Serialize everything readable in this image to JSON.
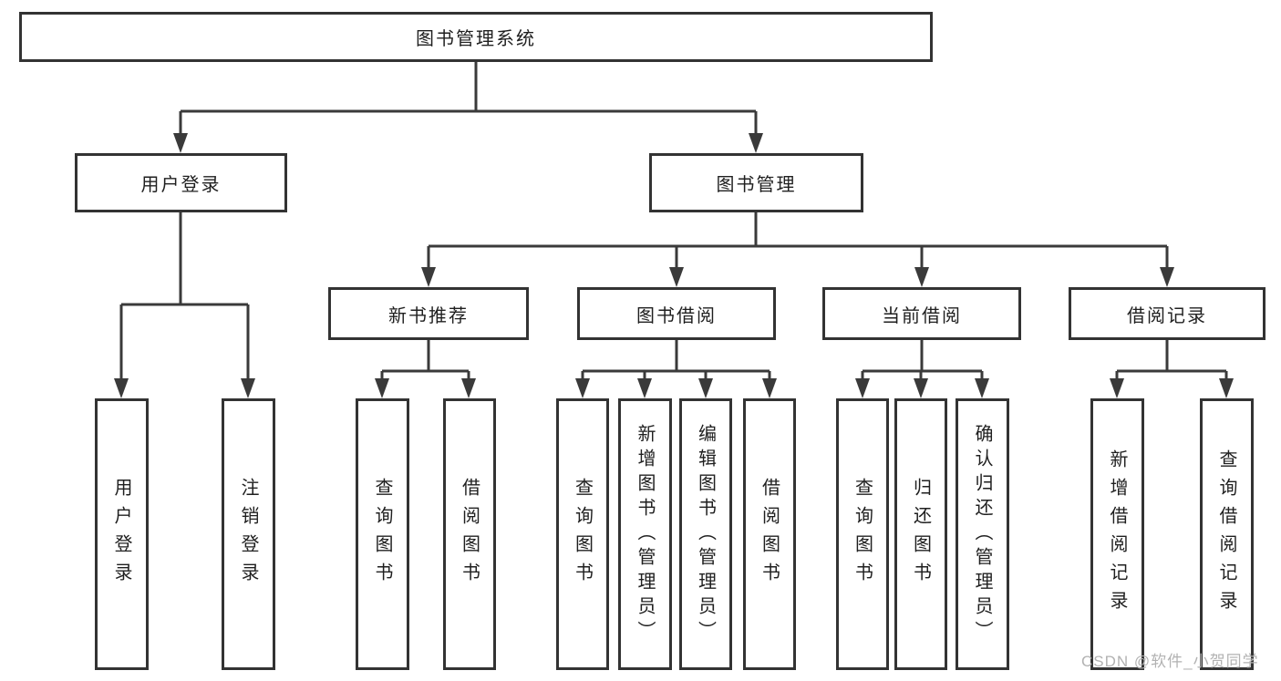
{
  "diagram": {
    "root": {
      "label": "图书管理系统"
    },
    "level2": [
      {
        "label": "用户登录"
      },
      {
        "label": "图书管理"
      }
    ],
    "level3": [
      {
        "label": "新书推荐",
        "parent": "图书管理"
      },
      {
        "label": "图书借阅",
        "parent": "图书管理"
      },
      {
        "label": "当前借阅",
        "parent": "图书管理"
      },
      {
        "label": "借阅记录",
        "parent": "图书管理"
      }
    ],
    "leaves": [
      {
        "label": "用户登录",
        "parent": "用户登录"
      },
      {
        "label": "注销登录",
        "parent": "用户登录"
      },
      {
        "label": "查询图书",
        "parent": "新书推荐"
      },
      {
        "label": "借阅图书",
        "parent": "新书推荐"
      },
      {
        "label": "查询图书",
        "parent": "图书借阅"
      },
      {
        "label": "新增图书（管理员）",
        "parent": "图书借阅"
      },
      {
        "label": "编辑图书（管理员）",
        "parent": "图书借阅"
      },
      {
        "label": "借阅图书",
        "parent": "图书借阅"
      },
      {
        "label": "查询图书",
        "parent": "当前借阅"
      },
      {
        "label": "归还图书",
        "parent": "当前借阅"
      },
      {
        "label": "确认归还（管理员）",
        "parent": "当前借阅"
      },
      {
        "label": "新增借阅记录",
        "parent": "借阅记录"
      },
      {
        "label": "查询借阅记录",
        "parent": "借阅记录"
      }
    ],
    "colors": {
      "line": "#3a3a3a",
      "box_border": "#333333",
      "text": "#1f1f1f",
      "box_fill": "#ffffff",
      "background": "#ffffff"
    }
  },
  "watermark": {
    "text": "CSDN @软件_小贺同学",
    "color": "#b2b2b2"
  }
}
